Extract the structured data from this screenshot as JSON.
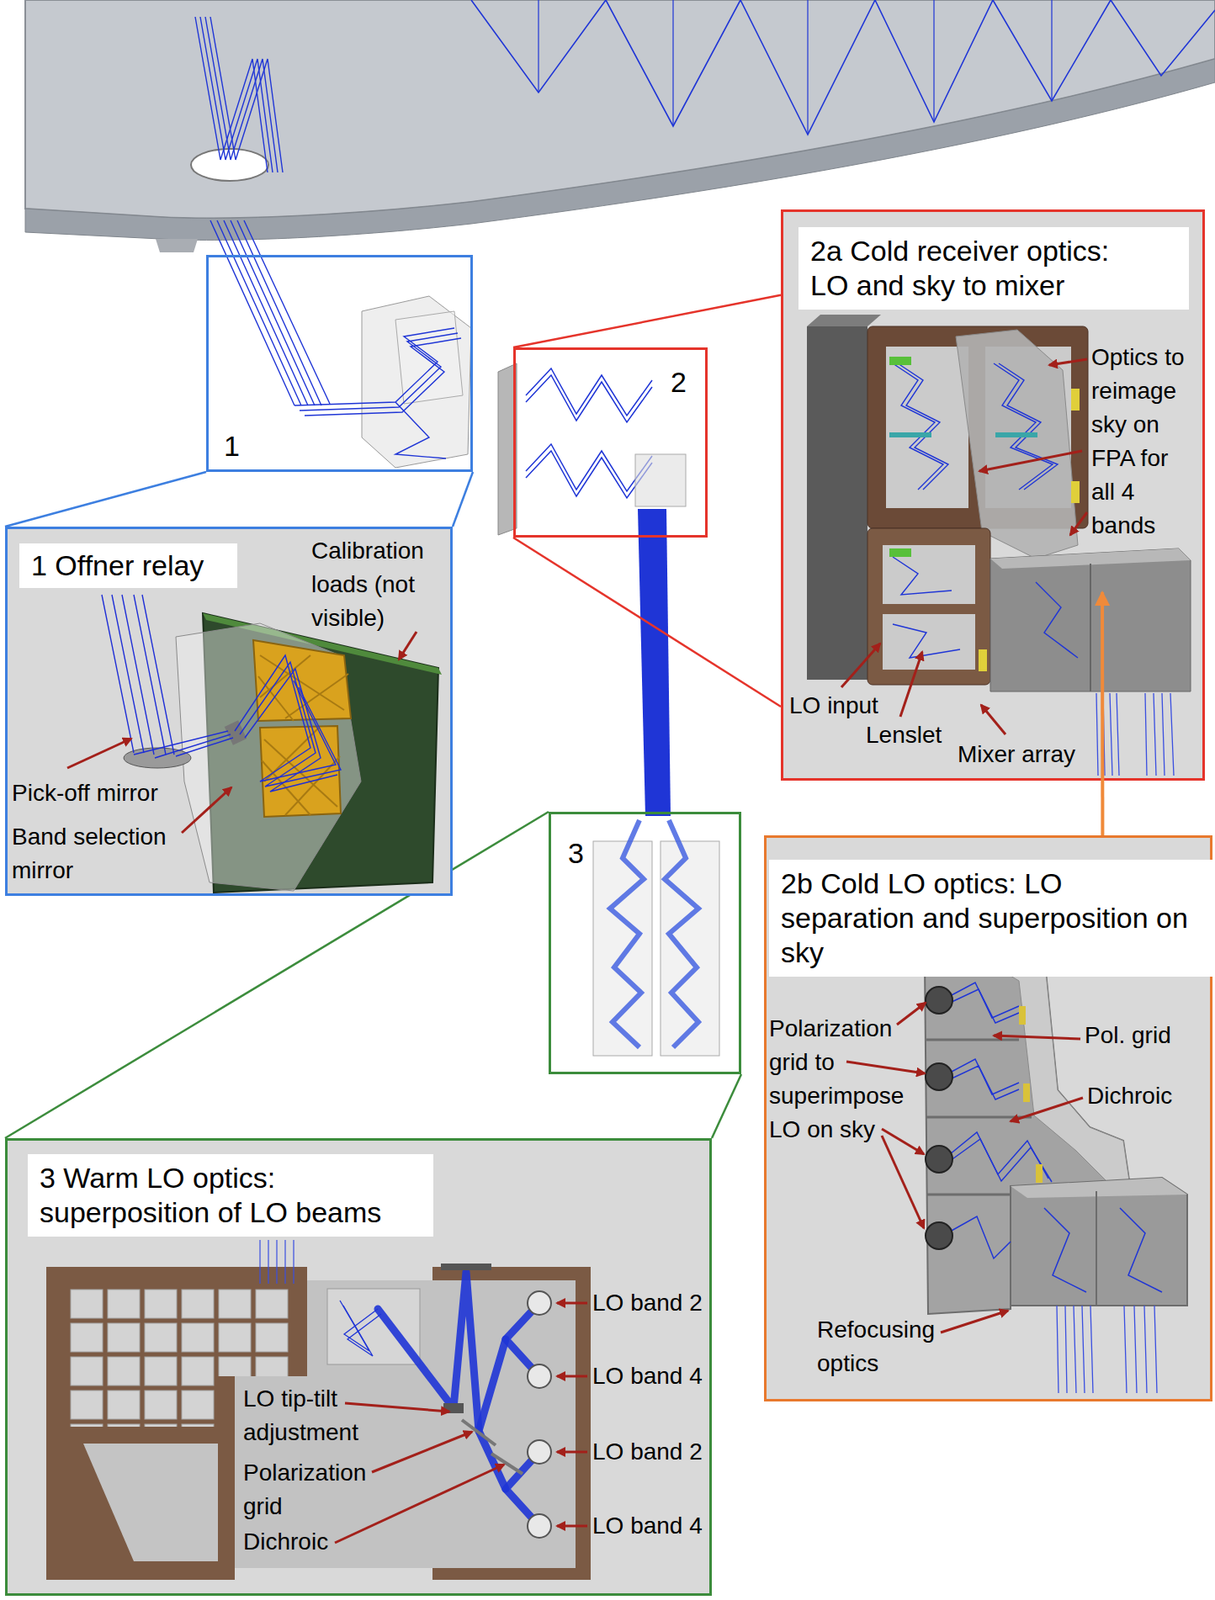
{
  "diagram": {
    "nodes": [
      {
        "text": [
          "1"
        ]
      },
      {
        "text": [
          "2"
        ]
      },
      {
        "text": [
          "2a Cold receiver optics: LO and sky to mixer"
        ]
      },
      {
        "text": [
          "1 Offner relay"
        ]
      },
      {
        "text": [
          "3"
        ]
      },
      {
        "text": [
          "2b Cold LO optics: LO separation and superposition on sky"
        ]
      },
      {
        "text": [
          "3 Warm LO optics: superposition of LO beams"
        ]
      }
    ],
    "edges": [
      {
        "from": 0,
        "to": 3,
        "arrow": "none"
      },
      {
        "from": 1,
        "to": 2,
        "arrow": "none"
      },
      {
        "from": 4,
        "to": 6,
        "arrow": "none"
      },
      {
        "from": 5,
        "to": 2,
        "arrow": "to"
      }
    ],
    "labels": [
      "Calibration loads (not visible)",
      "Pick-off mirror",
      "Band selection mirror",
      "Optics to reimage sky on FPA for all 4 bands",
      "LO input",
      "Lenslet",
      "Mixer array",
      "Polarization grid to superimpose LO on sky",
      "Pol. grid",
      "Dichroic",
      "Refocusing optics",
      "LO tip-tilt adjustment",
      "Polarization grid",
      "Dichroic",
      "LO band 2",
      "LO band 4",
      "LO band 2",
      "LO band 4"
    ]
  }
}
